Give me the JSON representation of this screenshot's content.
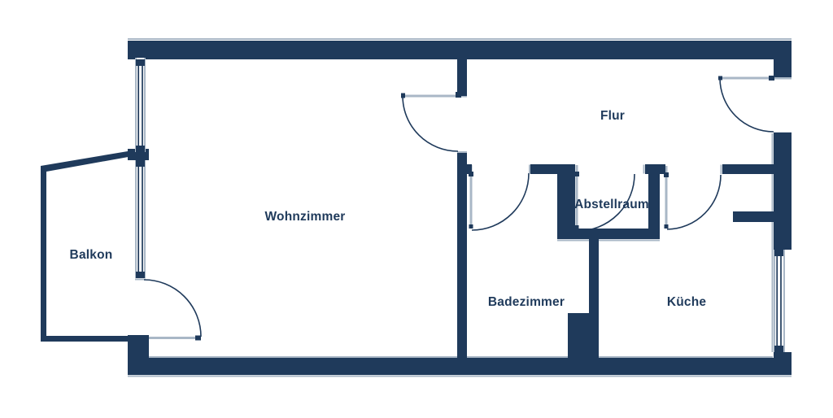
{
  "plan": {
    "type": "floor-plan",
    "background": "#ffffff"
  },
  "colors": {
    "wall": "#1f3a5b",
    "light": "#a9b7c6",
    "text": "#1f3a5b",
    "glass": "#ffffff"
  },
  "rooms": {
    "balkon": {
      "label": "Balkon"
    },
    "wohnzimmer": {
      "label": "Wohnzimmer"
    },
    "flur": {
      "label": "Flur"
    },
    "abstellraum": {
      "label": "Abstellraum"
    },
    "badezimmer": {
      "label": "Badezimmer"
    },
    "kueche": {
      "label": "Küche"
    }
  }
}
